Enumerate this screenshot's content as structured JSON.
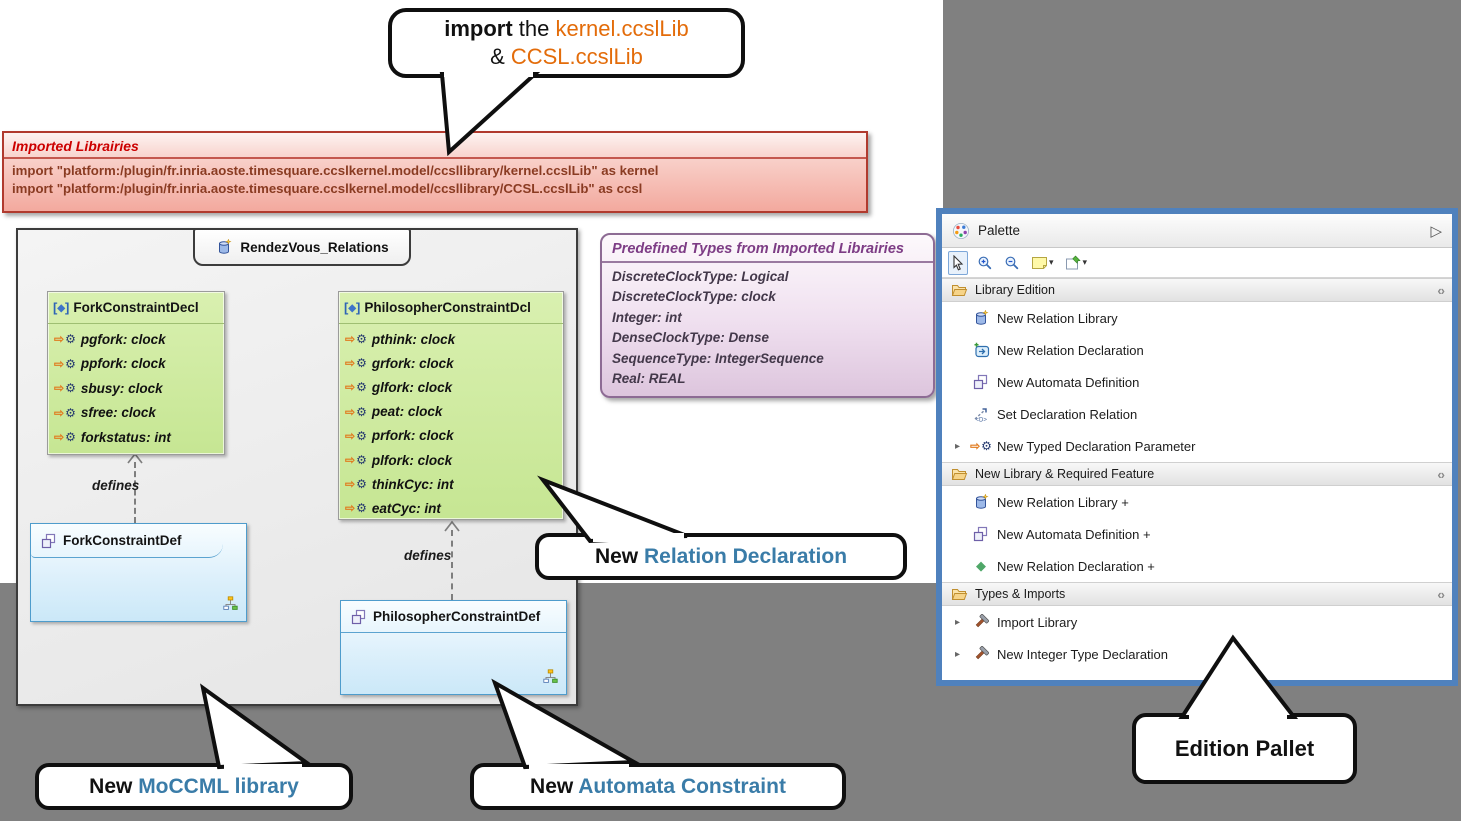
{
  "colors": {
    "background": "#808080",
    "editor_background": "#ffffff",
    "callout_border": "#0f0f0f",
    "callout_highlight_blue": "#3a7ca8",
    "callout_orange": "#e36c0a",
    "imported_box_border": "#b03a2e",
    "imported_title_red": "#cc0000",
    "imported_text": "#8a3b22",
    "class_box_green": "#cde79c",
    "def_box_blue_border": "#4e9ccc",
    "predefined_purple": "#7d3c85",
    "palette_frame_blue": "#4f81bd"
  },
  "icons": {
    "collapse": "▷",
    "expander": "▸",
    "dropdown": "▾",
    "pin_layout": "‹›",
    "attr_arrow": "⇨",
    "attr_gear": "⚙",
    "green_diamond": "◆",
    "class_diamond": "◆",
    "typed_param": "⇨⚙"
  },
  "import_callout": {
    "bold": "import",
    "mid": " the ",
    "lib1": "kernel.ccslLib",
    "line2_prefix": "& ",
    "lib2": "CCSL.ccslLib"
  },
  "imported_libraries": {
    "title": "Imported Librairies",
    "lines": [
      "import \"platform:/plugin/fr.inria.aoste.timesquare.ccslkernel.model/ccsllibrary/kernel.ccslLib\" as kernel",
      "import \"platform:/plugin/fr.inria.aoste.timesquare.ccslkernel.model/ccsllibrary/CCSL.ccslLib\" as ccsl"
    ]
  },
  "diagram": {
    "tab_label": "RendezVous_Relations",
    "edge_label": "defines",
    "fork_decl": {
      "name": "ForkConstraintDecl",
      "attributes": [
        "pgfork: clock",
        "ppfork: clock",
        "sbusy: clock",
        "sfree: clock",
        "forkstatus: int"
      ]
    },
    "philosopher_decl": {
      "name": "PhilosopherConstraintDcl",
      "attributes": [
        "pthink: clock",
        "grfork: clock",
        "glfork: clock",
        "peat: clock",
        "prfork: clock",
        "plfork: clock",
        "thinkCyc: int",
        "eatCyc: int"
      ]
    },
    "fork_def": {
      "name": "ForkConstraintDef"
    },
    "philosopher_def": {
      "name": "PhilosopherConstraintDef"
    }
  },
  "predefined_types": {
    "title": "Predefined Types from Imported Librairies",
    "entries": [
      "DiscreteClockType: Logical",
      "DiscreteClockType: clock",
      "Integer: int",
      "DenseClockType: Dense",
      "SequenceType: IntegerSequence",
      "Real: REAL"
    ]
  },
  "palette": {
    "title": "Palette",
    "sections": [
      {
        "label": "Library Edition",
        "items": [
          {
            "label": "New Relation Library"
          },
          {
            "label": "New Relation Declaration"
          },
          {
            "label": "New Automata Definition"
          },
          {
            "label": "Set Declaration Relation"
          },
          {
            "label": "New Typed Declaration Parameter"
          }
        ]
      },
      {
        "label": "New Library & Required Feature",
        "items": [
          {
            "label": "New Relation Library +"
          },
          {
            "label": "New Automata Definition +"
          },
          {
            "label": "New Relation Declaration +"
          }
        ]
      },
      {
        "label": "Types & Imports",
        "items": [
          {
            "label": "Import Library"
          },
          {
            "label": "New Integer Type Declaration"
          }
        ]
      }
    ]
  },
  "annotations": {
    "relation_declaration": {
      "prefix": "New ",
      "highlight": "Relation Declaration"
    },
    "moccml_library": {
      "prefix": "New ",
      "highlight": "MoCCML library"
    },
    "automata_constraint": {
      "prefix": "New ",
      "highlight": "Automata Constraint"
    },
    "edition_pallet": {
      "text": "Edition Pallet"
    }
  }
}
